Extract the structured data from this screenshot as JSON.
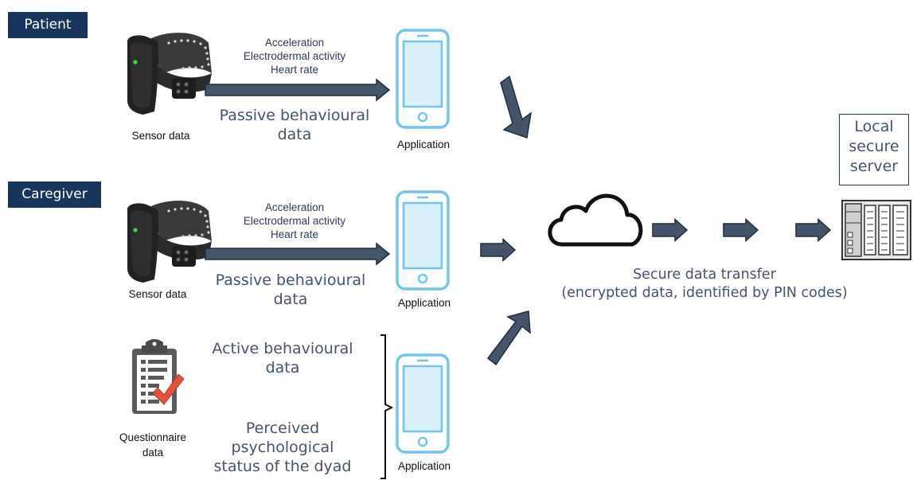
{
  "roles": {
    "patient": "Patient",
    "caregiver": "Caregiver"
  },
  "patient": {
    "signals": [
      "Acceleration",
      "Electrodermal activity",
      "Heart rate"
    ],
    "passive_line1": "Passive behavioural",
    "passive_line2": "data",
    "sensor_label": "Sensor data",
    "app_label": "Application"
  },
  "caregiver": {
    "signals": [
      "Acceleration",
      "Electrodermal activity",
      "Heart rate"
    ],
    "passive_line1": "Passive behavioural",
    "passive_line2": "data",
    "sensor_label": "Sensor data",
    "app_label": "Application",
    "active_line1": "Active behavioural",
    "active_line2": "data",
    "perceived_line1": "Perceived",
    "perceived_line2": "psychological",
    "perceived_line3": "status of the dyad",
    "questionnaire_line1": "Questionnaire",
    "questionnaire_line2": "data",
    "app2_label": "Application"
  },
  "transfer": {
    "line1": "Secure data transfer",
    "line2": "(encrypted data, identified by PIN codes)"
  },
  "server": {
    "line1": "Local",
    "line2": "secure",
    "line3": "server"
  },
  "colors": {
    "badge": "#17365d",
    "arrow_fill": "#44546a",
    "arrow_stroke": "#1f2d3d",
    "phone": "#6ec6ef",
    "phone_screen": "#daf1fb",
    "text_grey": "#44546a"
  }
}
